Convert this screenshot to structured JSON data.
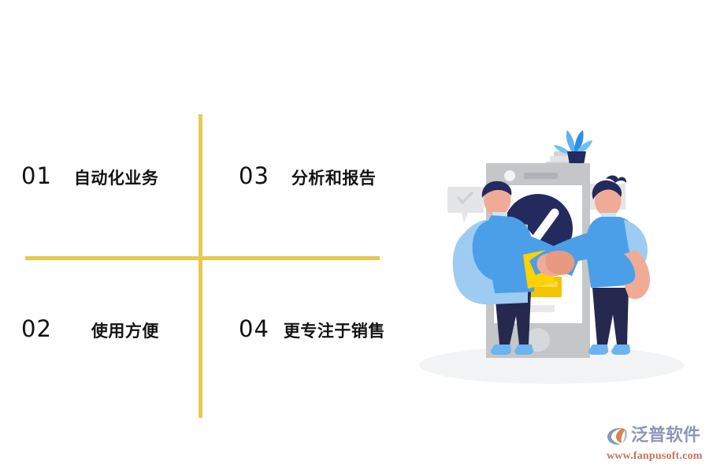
{
  "page": {
    "background_color": "#ffffff",
    "accent_color": "#e8c84f"
  },
  "divider": {
    "name": "cross-divider",
    "color": "#e8c84f",
    "horizontal": "",
    "vertical": ""
  },
  "features": [
    {
      "number": "01",
      "label": "自动化业务",
      "position": "top-left"
    },
    {
      "number": "02",
      "label": "使用方便",
      "position": "bottom-left"
    },
    {
      "number": "03",
      "label": "分析和报告",
      "position": "top-right"
    },
    {
      "number": "04",
      "label": "更专注于销售",
      "position": "bottom-right"
    }
  ],
  "illustration": {
    "name": "handshake-mobile-approval-illustration",
    "description": "Two people shaking hands in front of a large smartphone showing a checkmark",
    "colors": {
      "phone_body": "#c4c6c8",
      "phone_screen": "#ffffff",
      "check_circle": "#252a5e",
      "check_mark": "#ffffff",
      "shirt_blue": "#4a9fe8",
      "sleeve_light_blue": "#9ecbf2",
      "pants_navy": "#25294f",
      "skin": "#f0ab96",
      "hair_navy": "#252a5e",
      "button_yellow": "#f5c400",
      "folder_yellow": "#ffd200",
      "bubble_gray": "#e4e5e7",
      "shoe_blue": "#6ab4ef",
      "plant_leaf": "#4a9fe8",
      "plant_pot": "#252a5e",
      "shadow_gray": "#f0f1f3"
    }
  },
  "brand": {
    "name": "泛普软件",
    "url": "www.fanpusoft.com",
    "mark_colors": {
      "primary": "#8c96b8",
      "accent": "#d9824f"
    }
  }
}
